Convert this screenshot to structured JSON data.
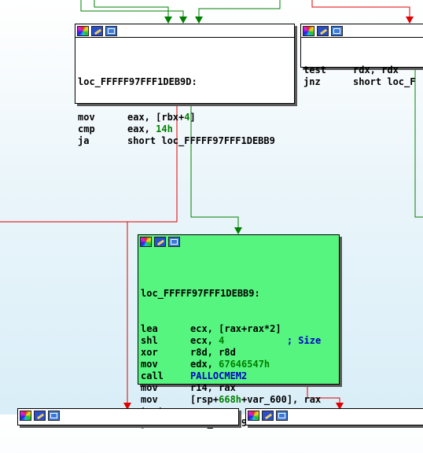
{
  "blocks": {
    "b1": {
      "label": "loc_FFFFF97FFF1DEB9D:",
      "lines": [
        {
          "mn": "mov",
          "parts": [
            {
              "t": "eax, [rbx+",
              "c": "op"
            },
            {
              "t": "4",
              "c": "num"
            },
            {
              "t": "]",
              "c": "op"
            }
          ]
        },
        {
          "mn": "cmp",
          "parts": [
            {
              "t": "eax, ",
              "c": "op"
            },
            {
              "t": "14h",
              "c": "num"
            }
          ]
        },
        {
          "mn": "ja",
          "parts": [
            {
              "t": "short loc_FFFFF97FFF1DEBB9",
              "c": "op"
            }
          ]
        }
      ]
    },
    "b2": {
      "label": "",
      "lines": [
        {
          "mn": "test",
          "parts": [
            {
              "t": "rdx, rdx",
              "c": "op"
            }
          ]
        },
        {
          "mn": "jnz",
          "parts": [
            {
              "t": "short loc_F",
              "c": "op"
            }
          ]
        }
      ]
    },
    "b3": {
      "label": "loc_FFFFF97FFF1DEBB9:",
      "lines": [
        {
          "mn": "lea",
          "parts": [
            {
              "t": "ecx, [rax+rax*2]",
              "c": "op"
            }
          ]
        },
        {
          "mn": "shl",
          "parts": [
            {
              "t": "ecx, ",
              "c": "op"
            },
            {
              "t": "4",
              "c": "num"
            },
            {
              "t": "           ; Size",
              "c": "cmt"
            }
          ]
        },
        {
          "mn": "xor",
          "parts": [
            {
              "t": "r8d, r8d",
              "c": "op"
            }
          ]
        },
        {
          "mn": "mov",
          "parts": [
            {
              "t": "edx, ",
              "c": "op"
            },
            {
              "t": "67646547h",
              "c": "num"
            }
          ]
        },
        {
          "mn": "call",
          "parts": [
            {
              "t": "PALLOCMEM2",
              "c": "fn"
            }
          ]
        },
        {
          "mn": "mov",
          "parts": [
            {
              "t": "r14, rax",
              "c": "op"
            }
          ]
        },
        {
          "mn": "mov",
          "parts": [
            {
              "t": "[rsp+",
              "c": "op"
            },
            {
              "t": "668h",
              "c": "num"
            },
            {
              "t": "+var_600], rax",
              "c": "op"
            }
          ]
        },
        {
          "mn": "test",
          "parts": [
            {
              "t": "rax, rax",
              "c": "op"
            }
          ]
        },
        {
          "mn": "jz",
          "parts": [
            {
              "t": "loc_FFFFF97FFF1DEE80",
              "c": "op"
            }
          ]
        }
      ]
    }
  },
  "colors": {
    "edge_true": "#008000",
    "edge_false": "#e00000",
    "node_highlight": "#55f57f"
  },
  "icons": [
    "color-palette-icon",
    "edit-pencil-icon",
    "graph-view-icon"
  ]
}
